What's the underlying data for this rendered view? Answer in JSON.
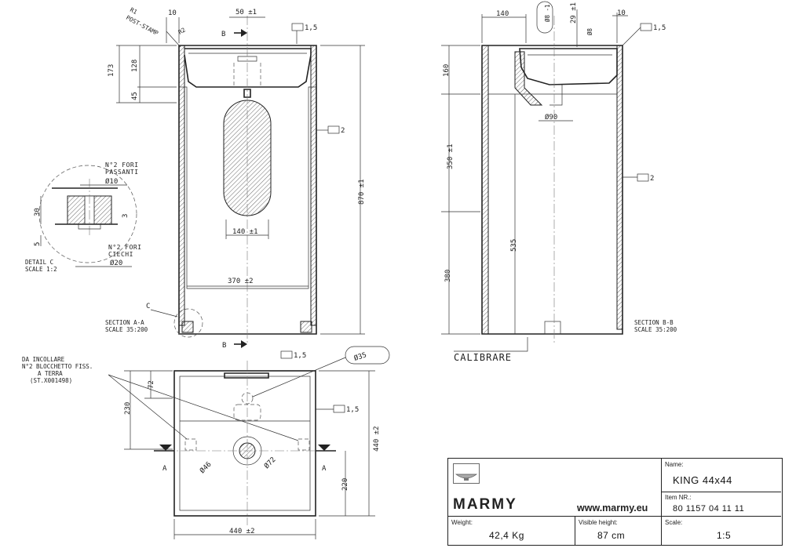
{
  "front_view": {
    "section_label": "SECTION A-A",
    "section_scale": "SCALE 35:200",
    "label_r1": "R1",
    "label_post_stamp": "POST-STAMP",
    "label_r2": "R2",
    "dims": {
      "top_10": "10",
      "top_50": "50 ±1",
      "flatness_1_5": "1,5",
      "section_b": "B",
      "h_173": "173",
      "h_128": "128",
      "h_45": "45",
      "h_870": "870 ±1",
      "w_140": "140 ±1",
      "w_370": "370 ±2",
      "flatness_2": "2",
      "label_c": "C"
    }
  },
  "detail_c": {
    "title": "DETAIL C",
    "scale": "SCALE 1:2",
    "holes_through_1": "N°2 FORI",
    "holes_through_2": "PASSANTI",
    "dia_10": "Ø10",
    "holes_blind_1": "N°2 FORI",
    "holes_blind_2": "CIECHI",
    "dia_20": "Ø20",
    "h_30": "30",
    "h_5": "5",
    "h_3": "3"
  },
  "side_view": {
    "section_label": "SECTION B-B",
    "section_scale": "SCALE 35:200",
    "calibrate": "CALIBRARE",
    "dims": {
      "w_140": "140",
      "dia_8": "Ø8 -1",
      "h_29": "29 ±1",
      "dia_8b": "Ø8",
      "w_10": "10",
      "flat_1_5": "1,5",
      "h_160": "160",
      "dia_90": "Ø90",
      "h_350": "350 ±1",
      "h_535": "535",
      "h_380": "380",
      "flat_2": "2"
    }
  },
  "plan_view": {
    "note_1": "DA INCOLLARE",
    "note_2": "N°2 BLOCCHETTO FISS.",
    "note_3": "A TERRA",
    "note_4": "(ST.X001498)",
    "dims": {
      "flat_top": "1,5",
      "dia_35": "Ø35",
      "h_72": "72",
      "h_230": "230",
      "flat_mid": "1,5",
      "dia_46": "Ø46",
      "dia_72": "Ø72",
      "h_440": "440 ±2",
      "h_220": "220",
      "w_440": "440 ±2",
      "sec_a": "A"
    }
  },
  "title_block": {
    "brand": "MARMY",
    "website": "www.marmy.eu",
    "name_label": "Name:",
    "name_value": "KING 44x44",
    "item_label": "Item NR.:",
    "item_value": "80 1157 04 11 11",
    "weight_label": "Weight:",
    "weight_value": "42,4 Kg",
    "height_label": "Visible height:",
    "height_value": "87 cm",
    "scale_label": "Scale:",
    "scale_value": "1:5"
  },
  "colors": {
    "line": "#222222",
    "background": "#ffffff"
  }
}
